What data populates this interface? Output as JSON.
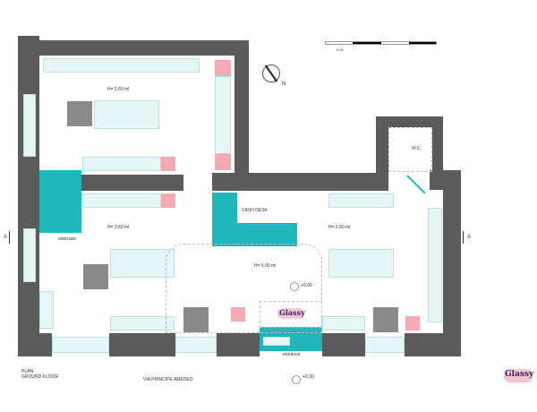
{
  "labels": {
    "height_room_1": "H= 2.60 ml",
    "height_room_2": "H= 2.60 ml",
    "height_room_3": "H= 2.60 ml",
    "height_central": "H= 5.00 ml",
    "cash_desk": "CASH DESK",
    "wc": "W.C.",
    "staircase": "staircase",
    "entrance": "entrance",
    "level_inside": "+0.00",
    "level_street": "+0.30",
    "section_left": "A",
    "section_right": "A",
    "north": "N",
    "plan_title": "PLAN",
    "plan_subtitle": "GROUND FLOOR",
    "street": "VIA PRINCIPE AMEDEO",
    "scale_label": "0.00"
  },
  "logos": {
    "brand": "Glassy"
  },
  "colors": {
    "wall": "#5b5b5b",
    "accent": "#1fb7b9",
    "display": "#e4f6f6",
    "pink": "#f6a9b0"
  }
}
